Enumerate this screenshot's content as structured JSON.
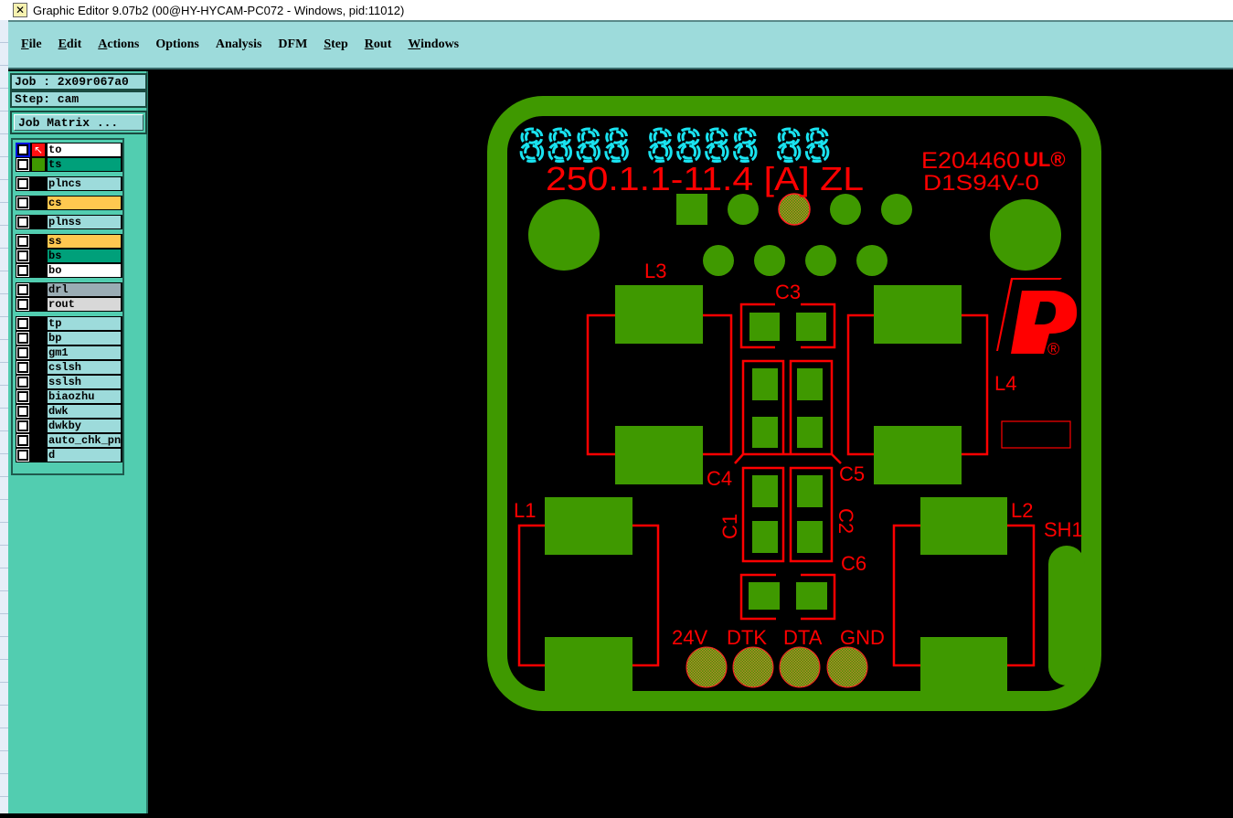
{
  "window": {
    "title": "Graphic Editor 9.07b2 (00@HY-HYCAM-PC072 - Windows, pid:11012)",
    "icon": "x-app-icon"
  },
  "menu": [
    "File",
    "Edit",
    "Actions",
    "Options",
    "Analysis",
    "DFM",
    "Step",
    "Rout",
    "Windows"
  ],
  "menu_underlined": [
    true,
    true,
    true,
    false,
    false,
    false,
    true,
    true,
    true
  ],
  "job": {
    "job_label": "Job : 2x09r067a0",
    "step_label": "Step: cam",
    "matrix_button": "Job Matrix ..."
  },
  "layers": [
    {
      "name": "to",
      "color": "#ffffff",
      "group": 0,
      "active": true
    },
    {
      "name": "ts",
      "color": "#00a07a",
      "group": 0
    },
    {
      "name": "plncs",
      "color": "#9ddbdb",
      "group": 1
    },
    {
      "name": "cs",
      "color": "#ffc850",
      "group": 2
    },
    {
      "name": "plnss",
      "color": "#9ddbdb",
      "group": 3
    },
    {
      "name": "ss",
      "color": "#ffc850",
      "group": 4
    },
    {
      "name": "bs",
      "color": "#00a07a",
      "group": 4
    },
    {
      "name": "bo",
      "color": "#ffffff",
      "group": 4
    },
    {
      "name": "drl",
      "color": "#9aacb4",
      "group": 5
    },
    {
      "name": "rout",
      "color": "#d8d8d8",
      "group": 5
    },
    {
      "name": "tp",
      "color": "#9ddbdb",
      "group": 6
    },
    {
      "name": "bp",
      "color": "#9ddbdb",
      "group": 6
    },
    {
      "name": "gm1",
      "color": "#9ddbdb",
      "group": 6
    },
    {
      "name": "cslsh",
      "color": "#9ddbdb",
      "group": 6
    },
    {
      "name": "sslsh",
      "color": "#9ddbdb",
      "group": 6
    },
    {
      "name": "biaozhu",
      "color": "#9ddbdb",
      "group": 6
    },
    {
      "name": "dwk",
      "color": "#9ddbdb",
      "group": 6
    },
    {
      "name": "dwkby",
      "color": "#9ddbdb",
      "group": 6
    },
    {
      "name": "auto_chk_pnl",
      "color": "#9ddbdb",
      "group": 6
    },
    {
      "name": "d",
      "color": "#9ddbdb",
      "group": 6
    }
  ],
  "board": {
    "date_code": "8888 8888 88",
    "part_number": "250.1.1-11.4 [A] ZL",
    "ul_number": "E204460",
    "material": "D1S94V-0",
    "ul_mark": "UL®",
    "logo_mark": "P®",
    "refdes": {
      "L1": "L1",
      "L2": "L2",
      "L3": "L3",
      "L4": "L4",
      "C1": "C1",
      "C2": "C2",
      "C3": "C3",
      "C4": "C4",
      "C5": "C5",
      "C6": "C6",
      "SH1": "SH1"
    },
    "pins": [
      "24V",
      "DTK",
      "DTA",
      "GND"
    ],
    "colors": {
      "copper": "#3f9900",
      "silk": "#ff0000",
      "datecode": "#19e3f0",
      "selected": "#8a9a10"
    }
  }
}
